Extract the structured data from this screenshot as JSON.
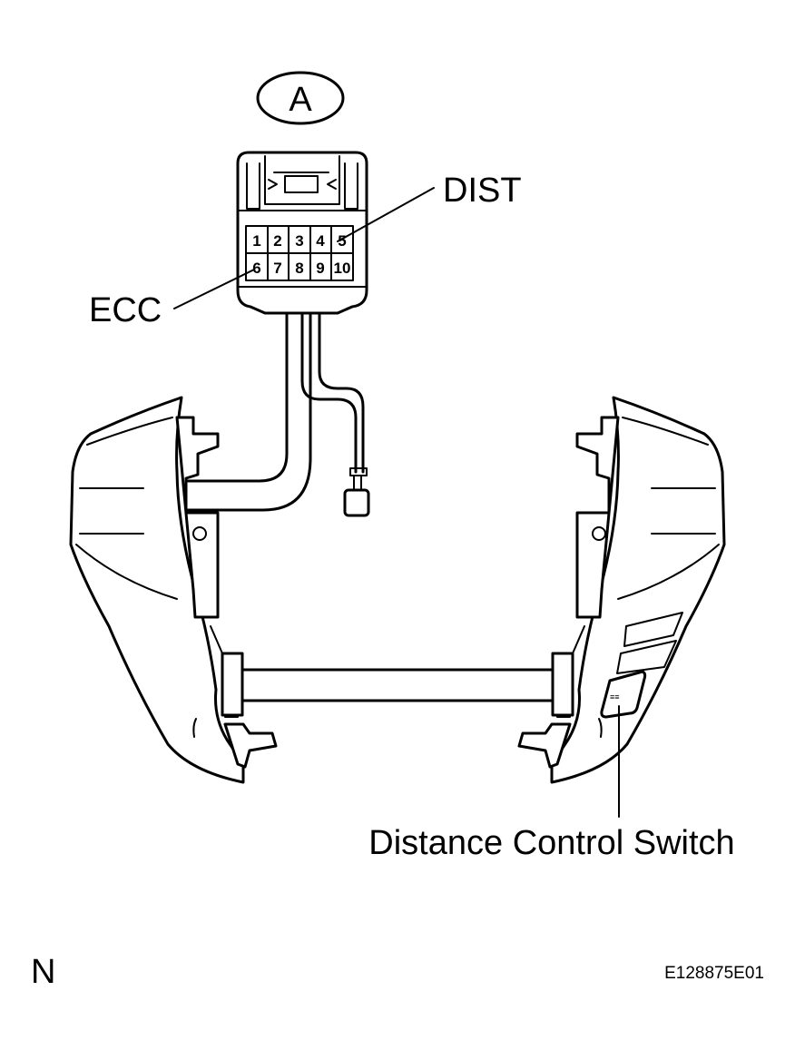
{
  "connector_marker": "A",
  "labels": {
    "dist": "DIST",
    "ecc": "ECC",
    "switch": "Distance Control Switch"
  },
  "pins_top": [
    "1",
    "2",
    "3",
    "4",
    "5"
  ],
  "pins_bottom": [
    "6",
    "7",
    "8",
    "9",
    "10"
  ],
  "corner_letter": "N",
  "figure_code": "E128875E01"
}
